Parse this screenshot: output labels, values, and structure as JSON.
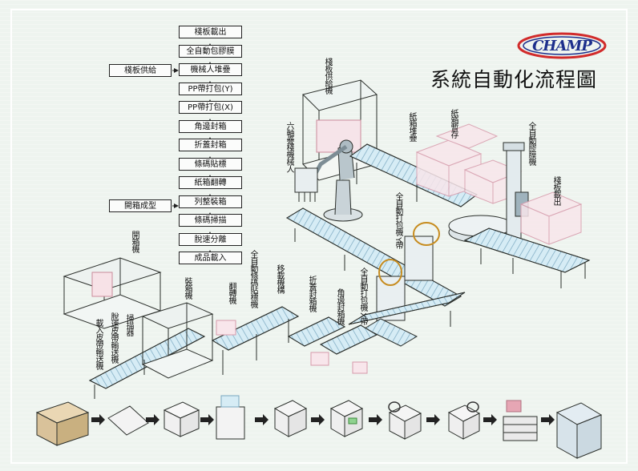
{
  "brand": "CHAMP",
  "title": "系統自動化流程圖",
  "flow_steps": [
    "棧板載出",
    "全自動包膠膜",
    "機械人堆疊",
    "PP帶打包(Y)",
    "PP帶打包(X)",
    "角邊封箱",
    "折蓋封箱",
    "條碼貼標",
    "紙箱翻轉",
    "列整裝箱",
    "條碼掃描",
    "脫速分離",
    "成品載入"
  ],
  "side_inputs": {
    "pallet_supply": "棧板供給",
    "carton_forming": "開箱成型"
  },
  "machine_labels": {
    "pallet_feeder": "棧板供給機",
    "robot": "六軸疊棧機械人",
    "carton_stacking": "紙箱堆疊",
    "carton_temp": "紙箱暫存",
    "film_wrapper": "全自動膠膜機",
    "pallet_out": "棧板載出",
    "strapper_y": "全自動打包機 Y帶",
    "strapper_x": "全自動打包機 X帶",
    "corner_sealer": "角邊封箱機",
    "fold_sealer": "折蓋封箱機",
    "transfer": "移載機構",
    "barcode_labeler": "全自動條碼貼標機",
    "flipper": "翻轉機",
    "packer": "裝箱機",
    "box_opener": "開箱機",
    "scanner": "掃描器",
    "separator": "脫速皮帶輸送機",
    "infeed": "載入皮帶輸送機"
  },
  "colors": {
    "frame": "#2b2f2b",
    "conveyor": "#c9e4f0",
    "pink": "#e6a6b4",
    "brand_blue": "#1d2f8c",
    "brand_red": "#d12b2b",
    "arrow": "#222222"
  }
}
